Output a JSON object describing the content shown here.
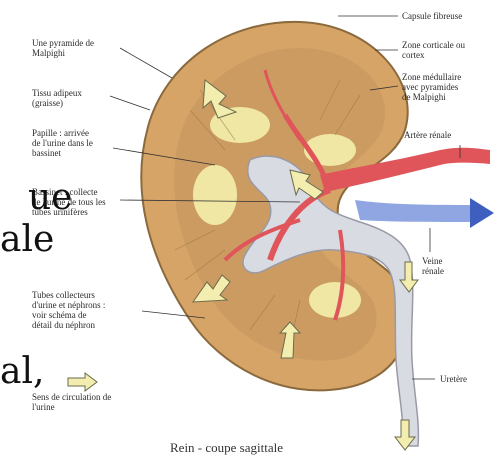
{
  "diagram": {
    "caption": "Rein - coupe sagittale",
    "labels_left": {
      "pyramide": "Une pyramide de\nMalpighi",
      "tissu": "Tissu adipeux\n(graisse)",
      "papille": "Papille : arrivée\nde l'urine dans le\nbassinet",
      "bassinet": "Bassinet : collecte\nde l'urine de tous les\ntubes urinifères",
      "tubes": "Tubes collecteurs\nd'urine et néphrons :\nvoir schéma de\ndétail du néphron",
      "sens": "Sens de circulation de\nl'urine"
    },
    "labels_right": {
      "capsule": "Capsule fibreuse",
      "cortex": "Zone corticale ou\ncortex",
      "medullaire": "Zone médullaire\navec pyramides\nde Malpighi",
      "artere": "Artère rénale",
      "veine": "Veine\nrénale",
      "uretere": "Uretère"
    },
    "overlay_text": {
      "line1": "ue",
      "line2": "ale",
      "line3": "al,"
    },
    "colors": {
      "cortex": "#d7a468",
      "medulla": "#c99a62",
      "fat": "#efe7a3",
      "artery": "#e0555a",
      "vein": "#3f5fbf",
      "pelvis": "#d9dbe3",
      "arrow_fill": "#f3eeb0"
    }
  }
}
